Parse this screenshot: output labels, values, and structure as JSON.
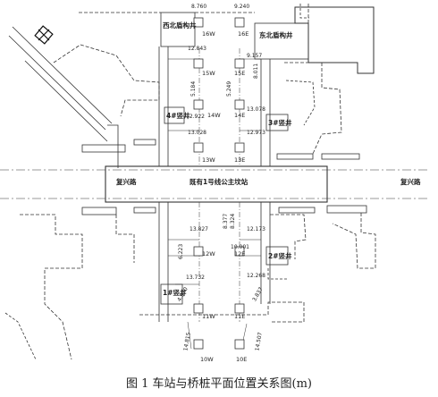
{
  "figure": {
    "caption": "图 1   车站与桥桩平面位置关系图(m)",
    "road_labels": {
      "left": "复兴路",
      "right": "复兴路"
    },
    "station_label": "既有1号线公主坟站",
    "shafts": {
      "nw": "西北盾构井",
      "ne": "东北盾构井",
      "s4": "4#竖井",
      "s3": "3#竖井",
      "s2": "2#竖井",
      "s1": "1#竖井"
    },
    "piers": {
      "p16W": "16W",
      "p16E": "16E",
      "p15W": "15W",
      "p15E": "15E",
      "p14W": "14W",
      "p14E": "14E",
      "p13W": "13W",
      "p13E": "13E",
      "p12W": "12W",
      "p12E": "12E",
      "p11W": "11W",
      "p11E": "11E",
      "p10W": "10W",
      "p10E": "10E"
    },
    "dims": {
      "d1": "8.760",
      "d2": "9.240",
      "d3": "12.843",
      "d4": "9.157",
      "d5": "8.011",
      "d6": "5.184",
      "d7": "5.249",
      "d8": "12.922",
      "d9": "13.078",
      "d10": "13.028",
      "d11": "12.973",
      "d12": "8.377",
      "d13": "8.324",
      "d14": "13.827",
      "d15": "12.173",
      "d16": "10.001",
      "d17": "6.223",
      "d18": "13.732",
      "d19": "12.268",
      "d20": "4.970",
      "d21": "3.837",
      "d22": "14.815",
      "d23": "14.507"
    }
  }
}
